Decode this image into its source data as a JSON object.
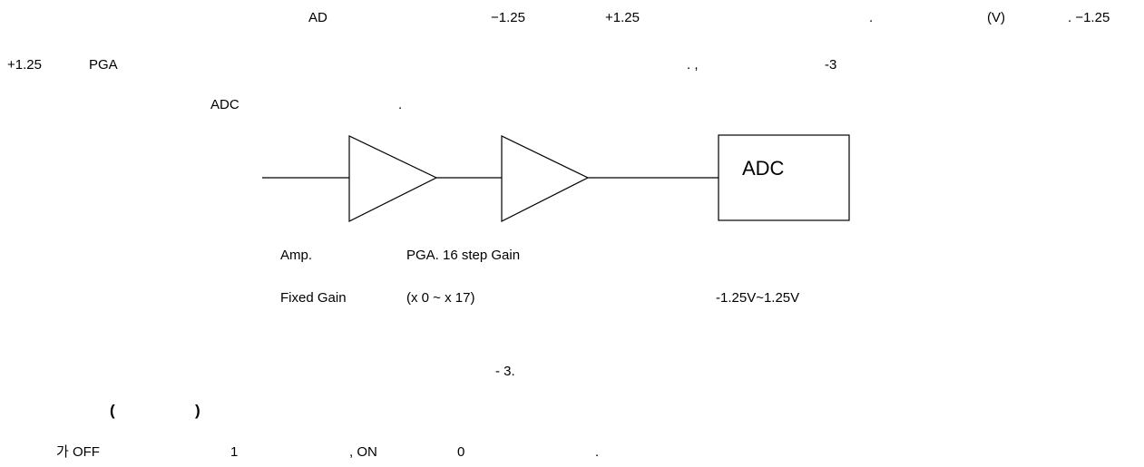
{
  "text": {
    "line1_ad": "AD",
    "line1_minus": "−1.25",
    "line1_plus": "+1.25",
    "line1_dot": ".",
    "line1_unit": "(V)",
    "line1_end": ". −1.25",
    "line2_plus": "+1.25",
    "line2_pga": "PGA",
    "line2_punct": ".   ,",
    "line2_fig": "-3",
    "line3_adc": "ADC",
    "line3_dot": "."
  },
  "diagram": {
    "adc_box_label": "ADC",
    "amp_label": "Amp.",
    "amp_gain": "Fixed Gain",
    "pga_label": "PGA. 16 step Gain",
    "pga_gain": "(x 0 ~ x 17)",
    "adc_range": "-1.25V~1.25V"
  },
  "caption": "- 3.",
  "section": {
    "open_paren": "(",
    "close_paren": ")"
  },
  "last_line": {
    "ga": "가 OFF",
    "one": "1",
    "on": ", ON",
    "zero": "0",
    "dot": "."
  }
}
